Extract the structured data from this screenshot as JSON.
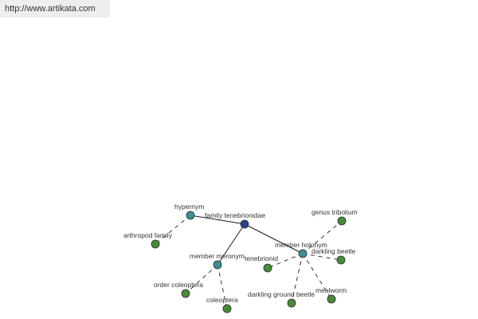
{
  "header": {
    "url": "http://www.artikata.com"
  },
  "colors": {
    "center": "#2f3f8f",
    "relation": "#3e8e96",
    "leaf": "#4a8a3a",
    "edge": "#1a1a1a"
  },
  "graph": {
    "center": {
      "id": "family-tenebrionidae",
      "label": "family tenebrionidae"
    },
    "relations": [
      {
        "id": "hypernym",
        "label": "hypernym"
      },
      {
        "id": "member-meronym",
        "label": "member meronym"
      },
      {
        "id": "member-holonym",
        "label": "member holonym"
      }
    ],
    "leaves": [
      {
        "id": "arthropod-family",
        "label": "arthropod family",
        "parent": "hypernym"
      },
      {
        "id": "order-coleoptera",
        "label": "order coleoptera",
        "parent": "member-meronym"
      },
      {
        "id": "coleoptera",
        "label": "coleoptera",
        "parent": "member-meronym"
      },
      {
        "id": "genus-tribolium",
        "label": "genus tribolium",
        "parent": "member-holonym"
      },
      {
        "id": "tenebrionid",
        "label": "tenebrionid",
        "parent": "member-holonym"
      },
      {
        "id": "darkling-beetle",
        "label": "darkling beetle",
        "parent": "member-holonym"
      },
      {
        "id": "darkling-ground-beetle",
        "label": "darkling ground beetle",
        "parent": "member-holonym"
      },
      {
        "id": "mealworm",
        "label": "mealworm",
        "parent": "member-holonym"
      }
    ]
  }
}
